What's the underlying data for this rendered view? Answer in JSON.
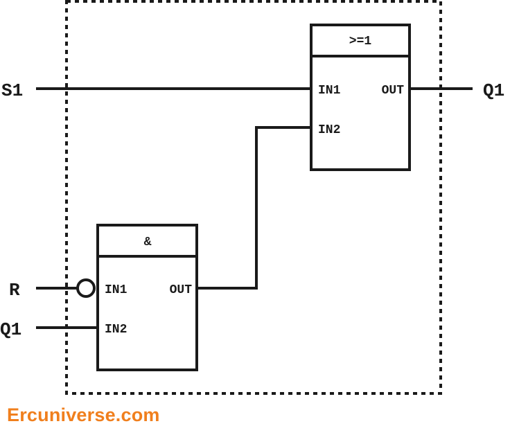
{
  "signals": {
    "s1": "S1",
    "q1_out": "Q1",
    "r": "R",
    "q1_in": "Q1"
  },
  "or_block": {
    "title": ">=1",
    "in1": "IN1",
    "in2": "IN2",
    "out": "OUT"
  },
  "and_block": {
    "title": "&",
    "in1": "IN1",
    "in2": "IN2",
    "out": "OUT"
  },
  "watermark": {
    "text": "Ercuniverse.com",
    "color": "#f07f1d"
  },
  "colors": {
    "line": "#1a1a1a",
    "background": "#ffffff"
  }
}
